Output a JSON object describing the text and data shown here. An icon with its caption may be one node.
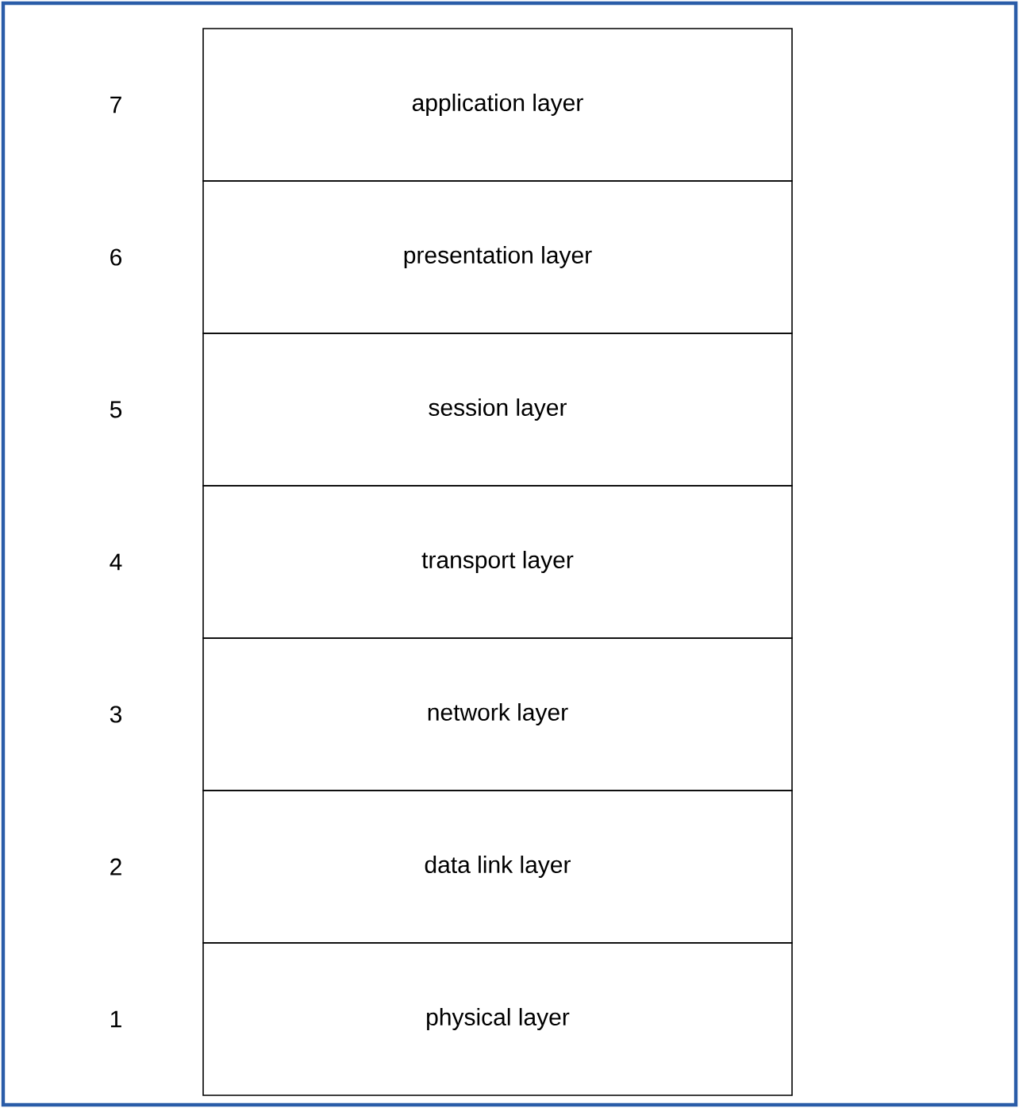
{
  "diagram": {
    "nodes": [
      {
        "text": [
          "application layer"
        ],
        "beside": [
          "7"
        ]
      },
      {
        "text": [
          "presentation layer"
        ],
        "beside": [
          "6"
        ]
      },
      {
        "text": [
          "session layer"
        ],
        "beside": [
          "5"
        ]
      },
      {
        "text": [
          "transport layer"
        ],
        "beside": [
          "4"
        ]
      },
      {
        "text": [
          "network layer"
        ],
        "beside": [
          "3"
        ]
      },
      {
        "text": [
          "data link layer"
        ],
        "beside": [
          "2"
        ]
      },
      {
        "text": [
          "physical layer"
        ],
        "beside": [
          "1"
        ]
      }
    ]
  }
}
